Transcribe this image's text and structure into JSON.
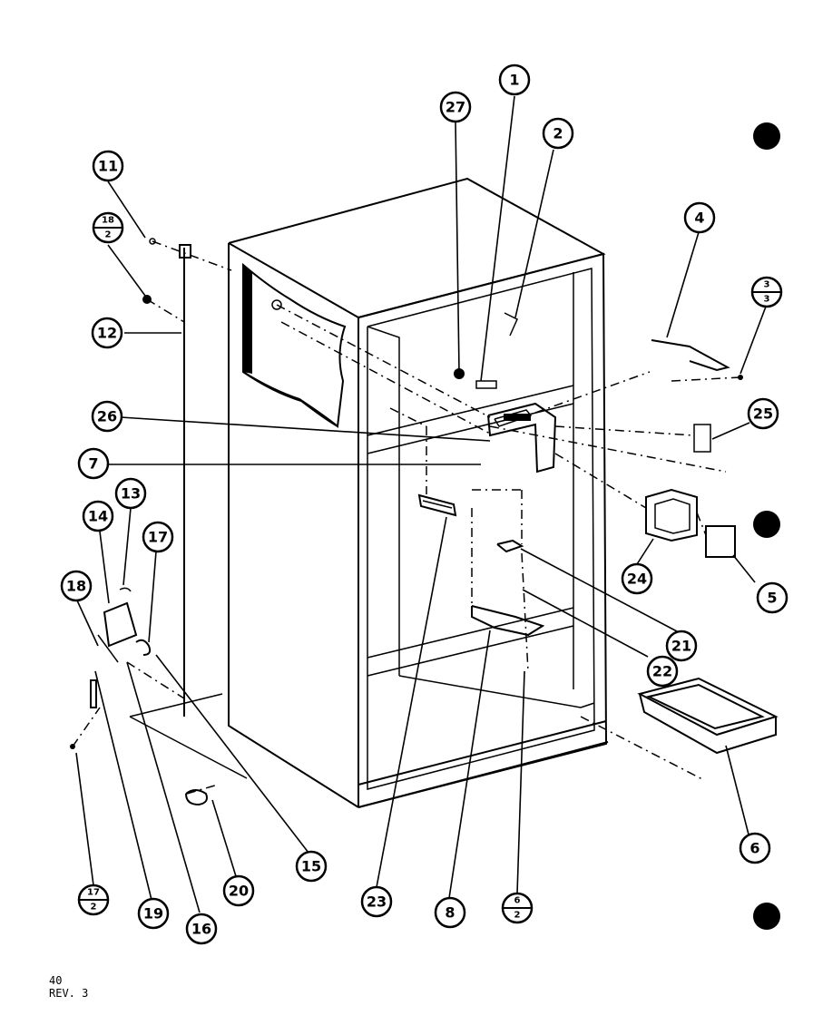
{
  "footer": {
    "page_number": "40",
    "revision": "REV. 3"
  },
  "callouts": [
    "1",
    "2",
    "4",
    "5",
    "6",
    "7",
    "8",
    "11",
    "12",
    "13",
    "14",
    "15",
    "16",
    "17",
    "18",
    "19",
    "20",
    "21",
    "22",
    "23",
    "24",
    "25",
    "26",
    "27"
  ],
  "fraction_callouts": [
    {
      "num": "18",
      "den": "2"
    },
    {
      "num": "3",
      "den": "3"
    },
    {
      "num": "17",
      "den": "2"
    },
    {
      "num": "6",
      "den": "2"
    }
  ]
}
